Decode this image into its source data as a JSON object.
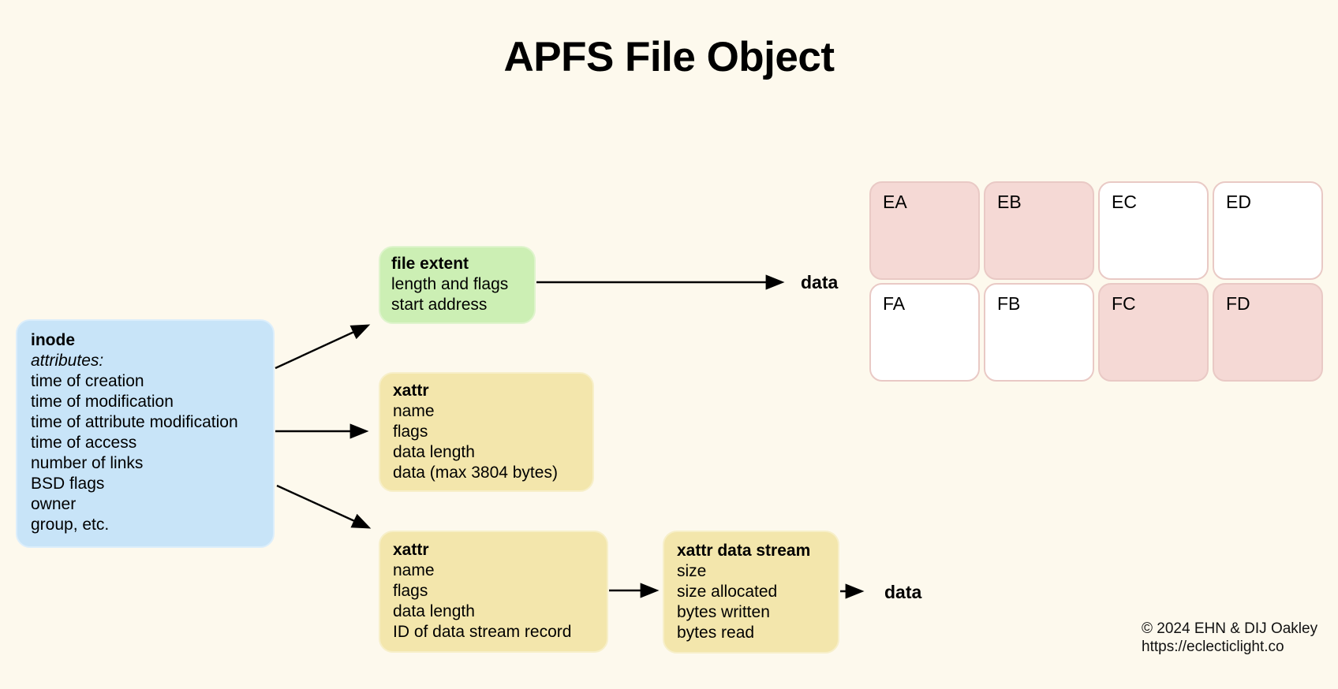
{
  "title": "APFS File Object",
  "colors": {
    "background": "#fdf9ed",
    "inode_fill": "#c8e4f8",
    "file_extent_fill": "#ccefb4",
    "xattr_fill": "#f3e6ac",
    "cell_pink_fill": "#f5d9d5",
    "cell_white_fill": "#ffffff",
    "cell_border": "#e9c9c5",
    "arrow": "#000000"
  },
  "inode": {
    "title": "inode",
    "subtitle": "attributes:",
    "items": [
      "time of creation",
      "time of modification",
      "time of attribute modification",
      "time of access",
      "number of links",
      "BSD flags",
      "owner",
      "group, etc."
    ]
  },
  "file_extent": {
    "title": "file extent",
    "items": [
      "length and flags",
      "start address"
    ]
  },
  "xattr_inline": {
    "title": "xattr",
    "items": [
      "name",
      "flags",
      "data length",
      "data (max 3804 bytes)"
    ]
  },
  "xattr_ref": {
    "title": "xattr",
    "items": [
      "name",
      "flags",
      "data length",
      "ID of data stream record"
    ]
  },
  "xattr_data_stream": {
    "title": "xattr data stream",
    "items": [
      "size",
      "size allocated",
      "bytes written",
      "bytes read"
    ]
  },
  "data_label_extent": "data",
  "data_label_stream": "data",
  "blocks_grid": {
    "cells": [
      {
        "label": "EA",
        "filled": true
      },
      {
        "label": "EB",
        "filled": true
      },
      {
        "label": "EC",
        "filled": false
      },
      {
        "label": "ED",
        "filled": false
      },
      {
        "label": "FA",
        "filled": false
      },
      {
        "label": "FB",
        "filled": false
      },
      {
        "label": "FC",
        "filled": true
      },
      {
        "label": "FD",
        "filled": true
      }
    ]
  },
  "footer": {
    "line1": "© 2024 EHN & DIJ Oakley",
    "line2": "https://eclecticlight.co"
  }
}
